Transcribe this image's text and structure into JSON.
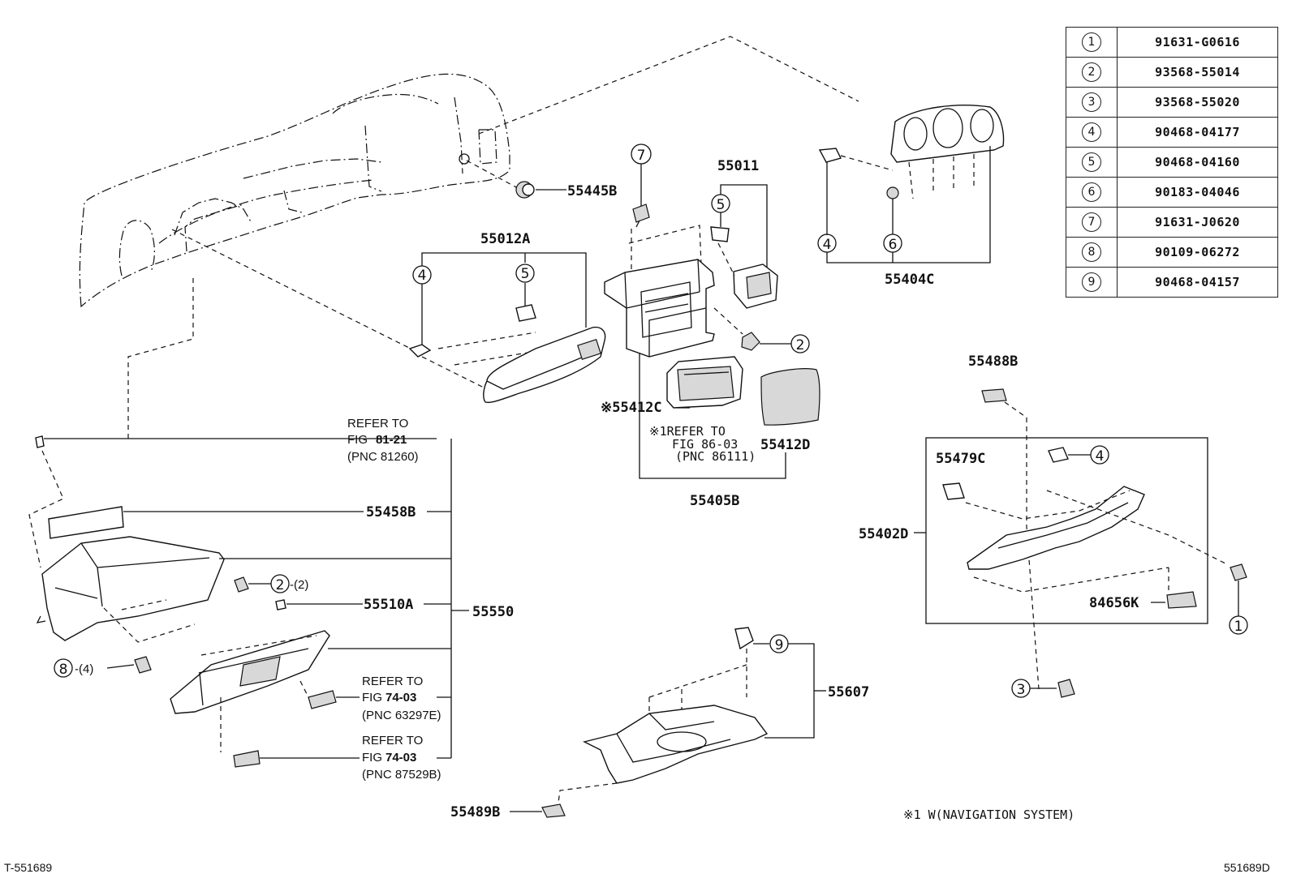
{
  "parts_table": [
    {
      "num": "1",
      "part_no": "91631-G0616"
    },
    {
      "num": "2",
      "part_no": "93568-55014"
    },
    {
      "num": "3",
      "part_no": "93568-55020"
    },
    {
      "num": "4",
      "part_no": "90468-04177"
    },
    {
      "num": "5",
      "part_no": "90468-04160"
    },
    {
      "num": "6",
      "part_no": "90183-04046"
    },
    {
      "num": "7",
      "part_no": "91631-J0620"
    },
    {
      "num": "8",
      "part_no": "90109-06272"
    },
    {
      "num": "9",
      "part_no": "90468-04157"
    }
  ],
  "labels": {
    "p55445B": "55445B",
    "p55012A": "55012A",
    "p55011": "55011",
    "p55404C": "55404C",
    "p55412C": "※55412C",
    "p55412D": "55412D",
    "p55405B": "55405B",
    "p55488B": "55488B",
    "p55479C": "55479C",
    "p55402D": "55402D",
    "p84656K": "84656K",
    "p55458B": "55458B",
    "p55510A": "55510A",
    "p55550": "55550",
    "p55607": "55607",
    "p55489B": "55489B"
  },
  "callouts": {
    "c1": "1",
    "c2": "2",
    "c3": "3",
    "c4": "4",
    "c5": "5",
    "c6": "6",
    "c7": "7",
    "c8": "8",
    "c9": "9",
    "qty2": "-(2)",
    "qty4": "-(4)"
  },
  "refs": {
    "r1_line1": "REFER TO",
    "r1_fig": "FIG",
    "r1_num": "81-21",
    "r1_pnc": "(PNC 81260)",
    "r2_line1": "REFER TO",
    "r2_fig": "FIG",
    "r2_num": "74-03",
    "r2_pnc": "(PNC 63297E)",
    "r3_line1": "REFER TO",
    "r3_fig": "FIG",
    "r3_num": "74-03",
    "r3_pnc": "(PNC 87529B)",
    "nav_line1": "※1REFER TO",
    "nav_fig": "FIG 86-03",
    "nav_pnc": "(PNC 86111)"
  },
  "notes": {
    "footnote": "※1 W(NAVIGATION SYSTEM)",
    "code_left": "T-551689",
    "code_right": "551689D"
  }
}
